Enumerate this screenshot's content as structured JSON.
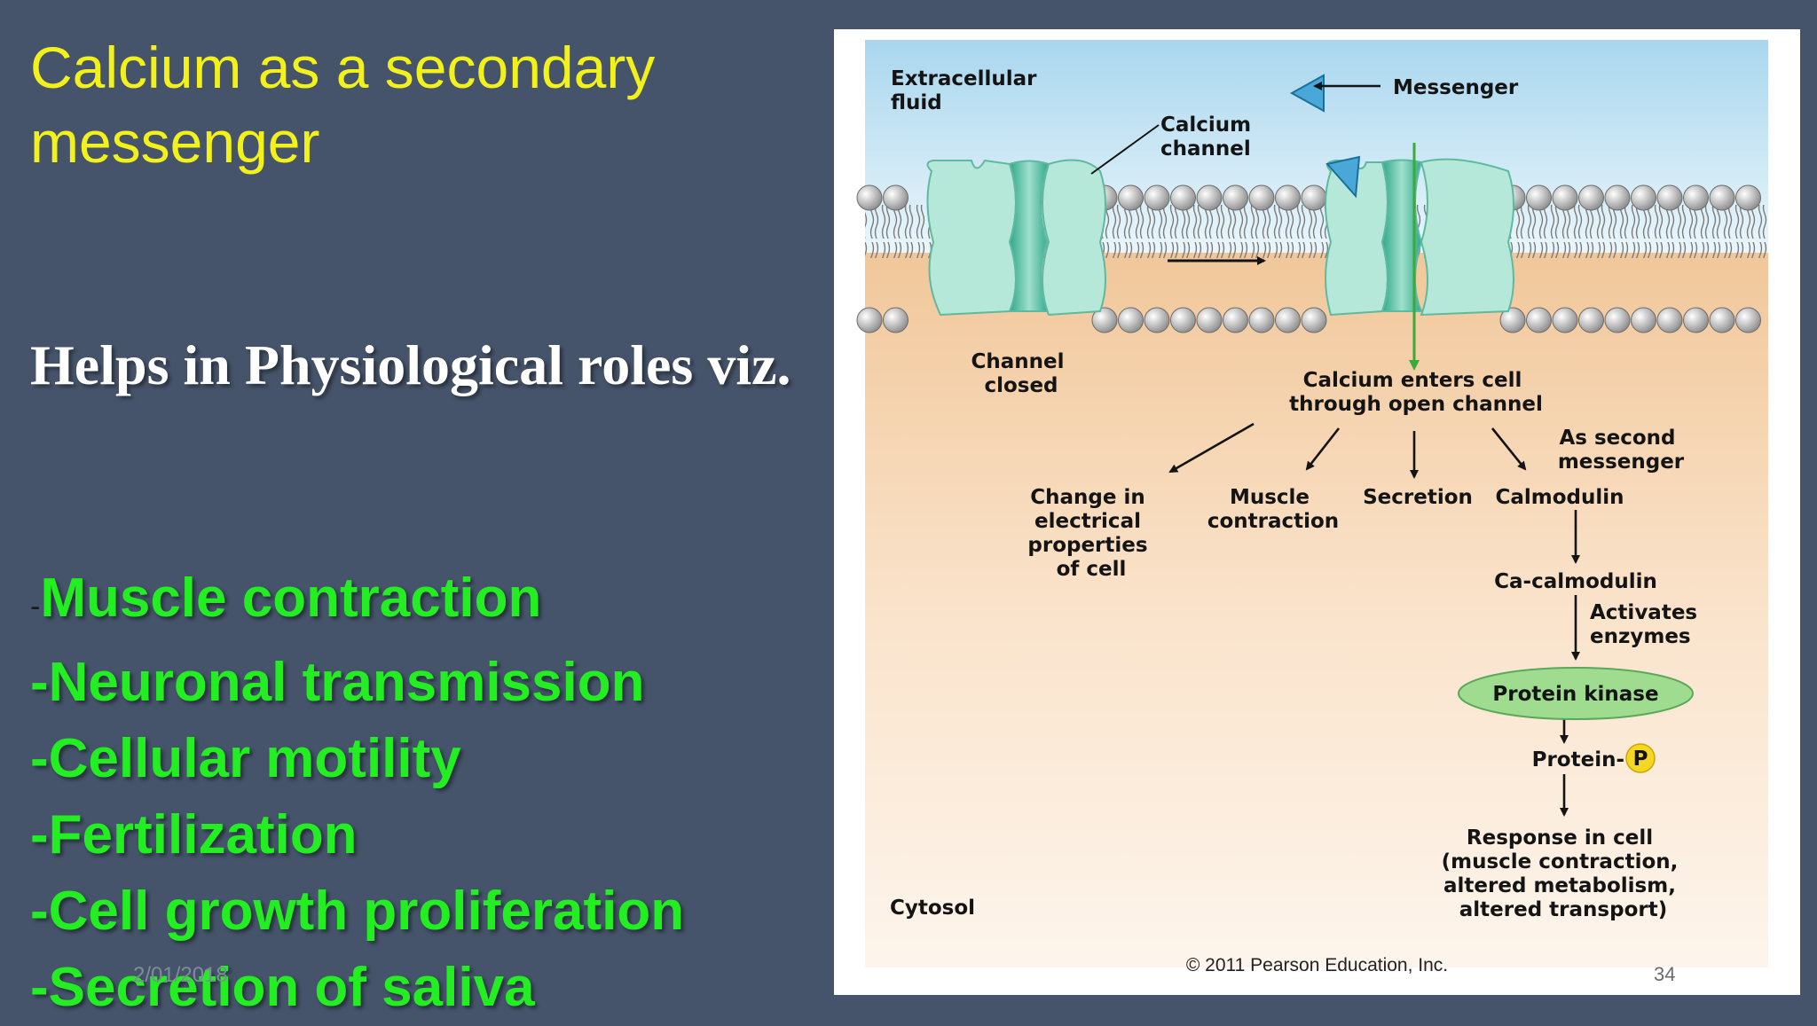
{
  "slide": {
    "title": "Calcium as a secondary messenger",
    "subtitle": "Helps in Physiological roles viz.",
    "roles": [
      {
        "prefix": "-",
        "text": "Muscle contraction"
      },
      {
        "prefix": "-",
        "text": "Neuronal transmission"
      },
      {
        "prefix": "-",
        "text": "Cellular motility"
      },
      {
        "prefix": "-",
        "text": "Fertilization"
      },
      {
        "prefix": "-",
        "text": "Cell growth proliferation"
      },
      {
        "prefix": "-",
        "text": "Secretion of saliva"
      }
    ],
    "footer_date": "2/01/2018",
    "page_number": "34"
  },
  "figure": {
    "extracellular_fluid": [
      "Extracellular",
      "fluid"
    ],
    "messenger": "Messenger",
    "calcium_channel": [
      "Calcium",
      "channel"
    ],
    "channel_closed": [
      "Channel",
      "closed"
    ],
    "calcium_enters": [
      "Calcium enters cell",
      "through open channel"
    ],
    "as_second_messenger": [
      "As second",
      "messenger"
    ],
    "change_electrical": [
      "Change in",
      "electrical",
      "properties",
      "of cell"
    ],
    "muscle_contraction": [
      "Muscle",
      "contraction"
    ],
    "secretion": "Secretion",
    "calmodulin": "Calmodulin",
    "ca_calmodulin": "Ca-calmodulin",
    "activates_enzymes": [
      "Activates",
      "enzymes"
    ],
    "protein_kinase": "Protein kinase",
    "protein_p": "Protein-",
    "p_label": "P",
    "response": [
      "Response in cell",
      "(muscle contraction,",
      "altered metabolism,",
      "altered transport)"
    ],
    "cytosol": "Cytosol",
    "copyright": "© 2011 Pearson Education, Inc."
  },
  "colors": {
    "background": "#46546b",
    "title": "#f2f21a",
    "roles": "#22ee22",
    "channel": "#b5e8d8",
    "channel_dark": "#3db89a",
    "messenger": "#4aa8d8",
    "arrow_green": "#3aaa3a",
    "protein_kinase": "#9fdc90",
    "phosphate": "#f5d622"
  }
}
